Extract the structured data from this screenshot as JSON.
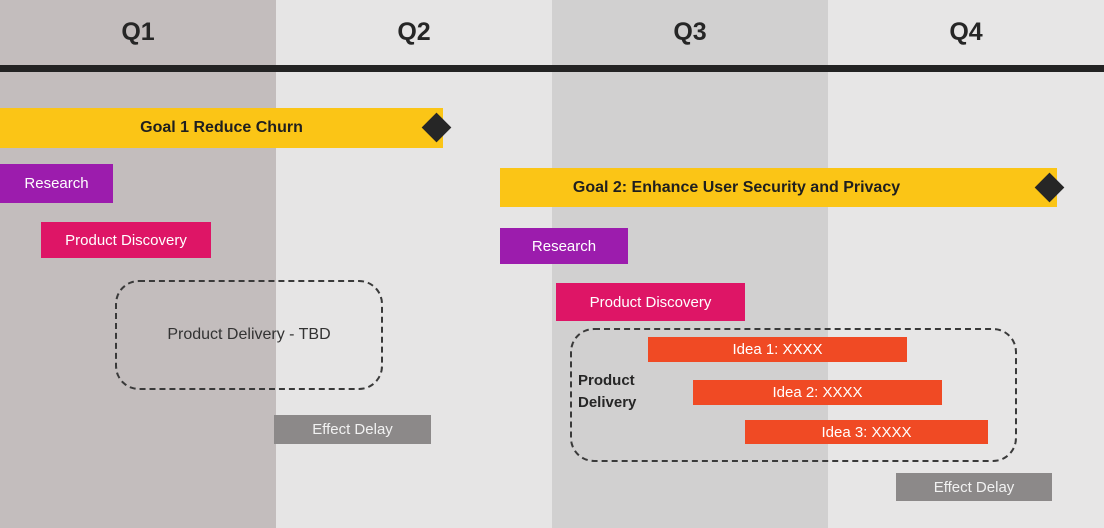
{
  "timeline": {
    "quarters": [
      "Q1",
      "Q2",
      "Q3",
      "Q4"
    ]
  },
  "goal1": {
    "title": "Goal 1 Reduce Churn",
    "research_label": "Research",
    "discovery_label": "Product Discovery",
    "delivery_label": "Product Delivery - TBD",
    "delay_label": "Effect Delay"
  },
  "goal2": {
    "title": "Goal 2: Enhance User Security and Privacy",
    "research_label": "Research",
    "discovery_label": "Product Discovery",
    "delivery_label": "Product Delivery",
    "ideas": [
      "Idea 1: XXXX",
      "Idea 2: XXXX",
      "Idea 3: XXXX"
    ],
    "delay_label": "Effect Delay"
  },
  "colors": {
    "q1_column": "#C3BDBD",
    "q2_column": "#E6E5E5",
    "q3_column": "#D1D0D0",
    "q4_column": "#E7E6E6",
    "goal_bar": "#FBC516",
    "research_bar": "#9C1CAD",
    "discovery_bar": "#DE1566",
    "idea_bar": "#F04A24",
    "delay_bar": "#8C8989",
    "milestone_diamond": "#262626",
    "header_divider": "#232323"
  }
}
